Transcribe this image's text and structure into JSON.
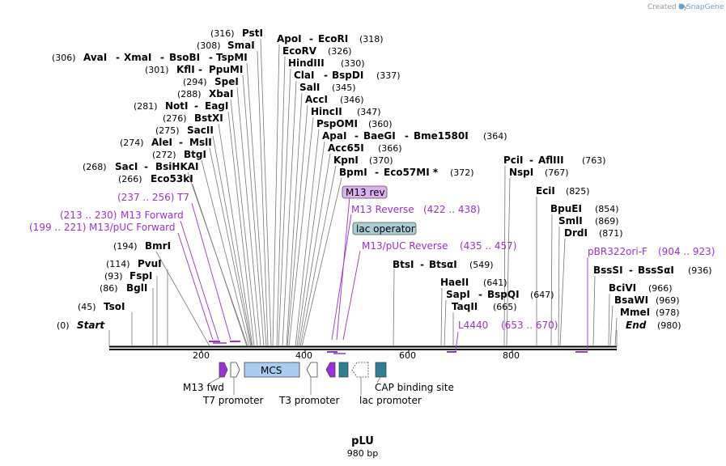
{
  "header": {
    "created_by": "Created by",
    "brand": "SnapGene"
  },
  "map": {
    "name": "pLU",
    "length_label": "980 bp",
    "ticks": [
      "200",
      "400",
      "600",
      "800"
    ]
  },
  "sites": {
    "start": {
      "pos": "(0)",
      "name": "Start"
    },
    "tsoi": {
      "pos": "(45)",
      "name": "TsoI"
    },
    "bgli": {
      "pos": "(86)",
      "name": "BglI"
    },
    "fspi": {
      "pos": "(93)",
      "name": "FspI"
    },
    "pvui": {
      "pos": "(114)",
      "name": "PvuI"
    },
    "bmri": {
      "pos": "(194)",
      "name": "BmrI"
    },
    "eco53ki": {
      "pos": "(266)",
      "name": "Eco53kI"
    },
    "saci": {
      "pos": "(268)",
      "name1": "SacI",
      "name2": "BsiHKAI"
    },
    "btgi": {
      "pos": "(272)",
      "name": "BtgI"
    },
    "alei": {
      "pos": "(274)",
      "name1": "AleI",
      "name2": "MslI"
    },
    "sacii": {
      "pos": "(275)",
      "name": "SacII"
    },
    "bstxi": {
      "pos": "(276)",
      "name": "BstXI"
    },
    "noti": {
      "pos": "(281)",
      "name1": "NotI",
      "name2": "EagI"
    },
    "xbai": {
      "pos": "(288)",
      "name": "XbaI"
    },
    "spei": {
      "pos": "(294)",
      "name": "SpeI"
    },
    "kfli": {
      "pos": "(301)",
      "name1": "KflI",
      "name2": "PpuMI"
    },
    "avai": {
      "pos": "(306)",
      "name1": "AvaI",
      "name2": "XmaI",
      "name3": "BsoBI",
      "name4": "TspMI"
    },
    "smai": {
      "pos": "(308)",
      "name": "SmaI"
    },
    "psti": {
      "pos": "(316)",
      "name": "PstI"
    },
    "apoi": {
      "name1": "ApoI",
      "name2": "EcoRI",
      "pos": "(318)"
    },
    "ecorv": {
      "name": "EcoRV",
      "pos": "(326)"
    },
    "hindiii": {
      "name": "HindIII",
      "pos": "(330)"
    },
    "clai": {
      "name1": "ClaI",
      "name2": "BspDI",
      "pos": "(337)"
    },
    "sali": {
      "name": "SalI",
      "pos": "(345)"
    },
    "acci": {
      "name": "AccI",
      "pos": "(346)"
    },
    "hincii": {
      "name": "HincII",
      "pos": "(347)"
    },
    "pspomi": {
      "name": "PspOMI",
      "pos": "(360)"
    },
    "apai": {
      "name1": "ApaI",
      "name2": "BaeGI",
      "name3": "Bme1580I",
      "pos": "(364)"
    },
    "acc65i": {
      "name": "Acc65I",
      "pos": "(366)"
    },
    "kpni": {
      "name": "KpnI",
      "pos": "(370)"
    },
    "bpmi": {
      "name1": "BpmI",
      "name2": "Eco57MI *",
      "pos": "(372)"
    },
    "btsi": {
      "name1": "BtsI",
      "name2": "BtsαI",
      "pos": "(549)"
    },
    "haeii": {
      "name": "HaeII",
      "pos": "(641)"
    },
    "sapi": {
      "name1": "SapI",
      "name2": "BspQI",
      "pos": "(647)"
    },
    "taqii": {
      "name": "TaqII",
      "pos": "(665)"
    },
    "pcii": {
      "name1": "PciI",
      "name2": "AflIII",
      "pos": "(763)"
    },
    "nspi": {
      "name": "NspI",
      "pos": "(767)"
    },
    "ecii": {
      "name": "EciI",
      "pos": "(825)"
    },
    "bpuei": {
      "name": "BpuEI",
      "pos": "(854)"
    },
    "smli": {
      "name": "SmlI",
      "pos": "(869)"
    },
    "drdi": {
      "name": "DrdI",
      "pos": "(871)"
    },
    "bsssi": {
      "name1": "BssSI",
      "name2": "BssSαI",
      "pos": "(936)"
    },
    "bcivi": {
      "name": "BciVI",
      "pos": "(966)"
    },
    "bsawi": {
      "name": "BsaWI",
      "pos": "(969)"
    },
    "mmei": {
      "name": "MmeI",
      "pos": "(978)"
    },
    "end": {
      "name": "End",
      "pos": "(980)"
    }
  },
  "primers": {
    "t7": {
      "range": "(237 .. 256)",
      "name": "T7"
    },
    "m13fwd": {
      "range": "(213 .. 230)",
      "name": "M13 Forward"
    },
    "m13puc": {
      "range": "(199 .. 221)",
      "name": "M13/pUC Forward"
    },
    "m13rev_box": "M13 rev",
    "m13rev": {
      "name": "M13 Reverse",
      "range": "(422 .. 438)"
    },
    "lacop_box": "lac operator",
    "m13pucrev": {
      "name": "M13/pUC Reverse",
      "range": "(435 .. 457)"
    },
    "l4440": {
      "name": "L4440",
      "range": "(653 .. 670)"
    },
    "pbr322": {
      "name": "pBR322ori-F",
      "range": "(904 .. 923)"
    }
  },
  "features": {
    "m13fwd": "M13 fwd",
    "t7prom": "T7 promoter",
    "mcs": "MCS",
    "t3prom": "T3 promoter",
    "lacprom": "lac promoter",
    "cap": "CAP binding site"
  },
  "colors": {
    "primer": "#9b30d9",
    "mcs_fill": "#a8cdf0",
    "cap_fill": "#2e7f94",
    "lacop_fill": "#a9ced6",
    "m13rev_fill": "#dcb1ef"
  }
}
